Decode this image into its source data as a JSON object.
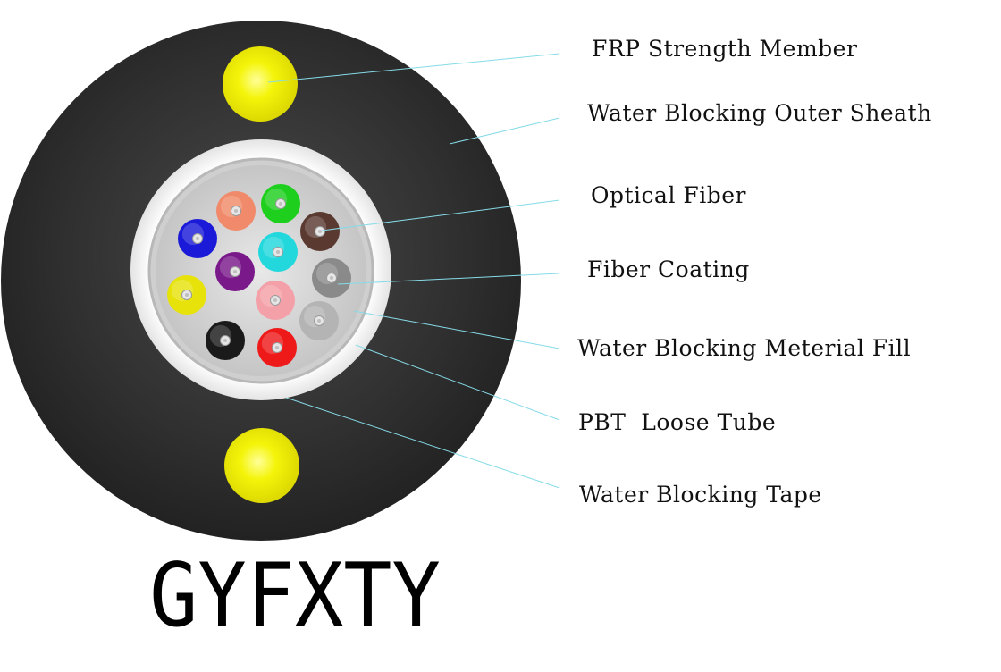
{
  "model_name": "GYFXTY",
  "labels": {
    "frp_strength_member": "FRP Strength Member",
    "water_blocking_outer_sheath": "Water Blocking Outer Sheath",
    "optical_fiber": "Optical Fiber",
    "fiber_coating": "Fiber Coating",
    "water_blocking_material_fill": "Water Blocking Meterial Fill",
    "pbt_loose_tube": "PBT  Loose Tube",
    "water_blocking_tape": "Water Blocking Tape"
  },
  "colors": {
    "sheath": "#2d2d2d",
    "strength_member": "#f2f20a",
    "tape": "#f2f2f2",
    "fill_gel": "#c9c9c9",
    "leader_line": "#7fd8e6"
  },
  "fibers": [
    {
      "name": "orange",
      "color": "#f08a6a"
    },
    {
      "name": "green",
      "color": "#1ecf1e"
    },
    {
      "name": "blue",
      "color": "#1a1ad8"
    },
    {
      "name": "brown",
      "color": "#5a3a30"
    },
    {
      "name": "aqua",
      "color": "#22d8dc"
    },
    {
      "name": "violet",
      "color": "#7a1a8a"
    },
    {
      "name": "slate",
      "color": "#8a8a8a"
    },
    {
      "name": "yellow",
      "color": "#e6e20a"
    },
    {
      "name": "rose",
      "color": "#f4a0a8"
    },
    {
      "name": "white",
      "color": "#b4b4b4"
    },
    {
      "name": "black",
      "color": "#1a1a1a"
    },
    {
      "name": "red",
      "color": "#ee1a1a"
    }
  ]
}
